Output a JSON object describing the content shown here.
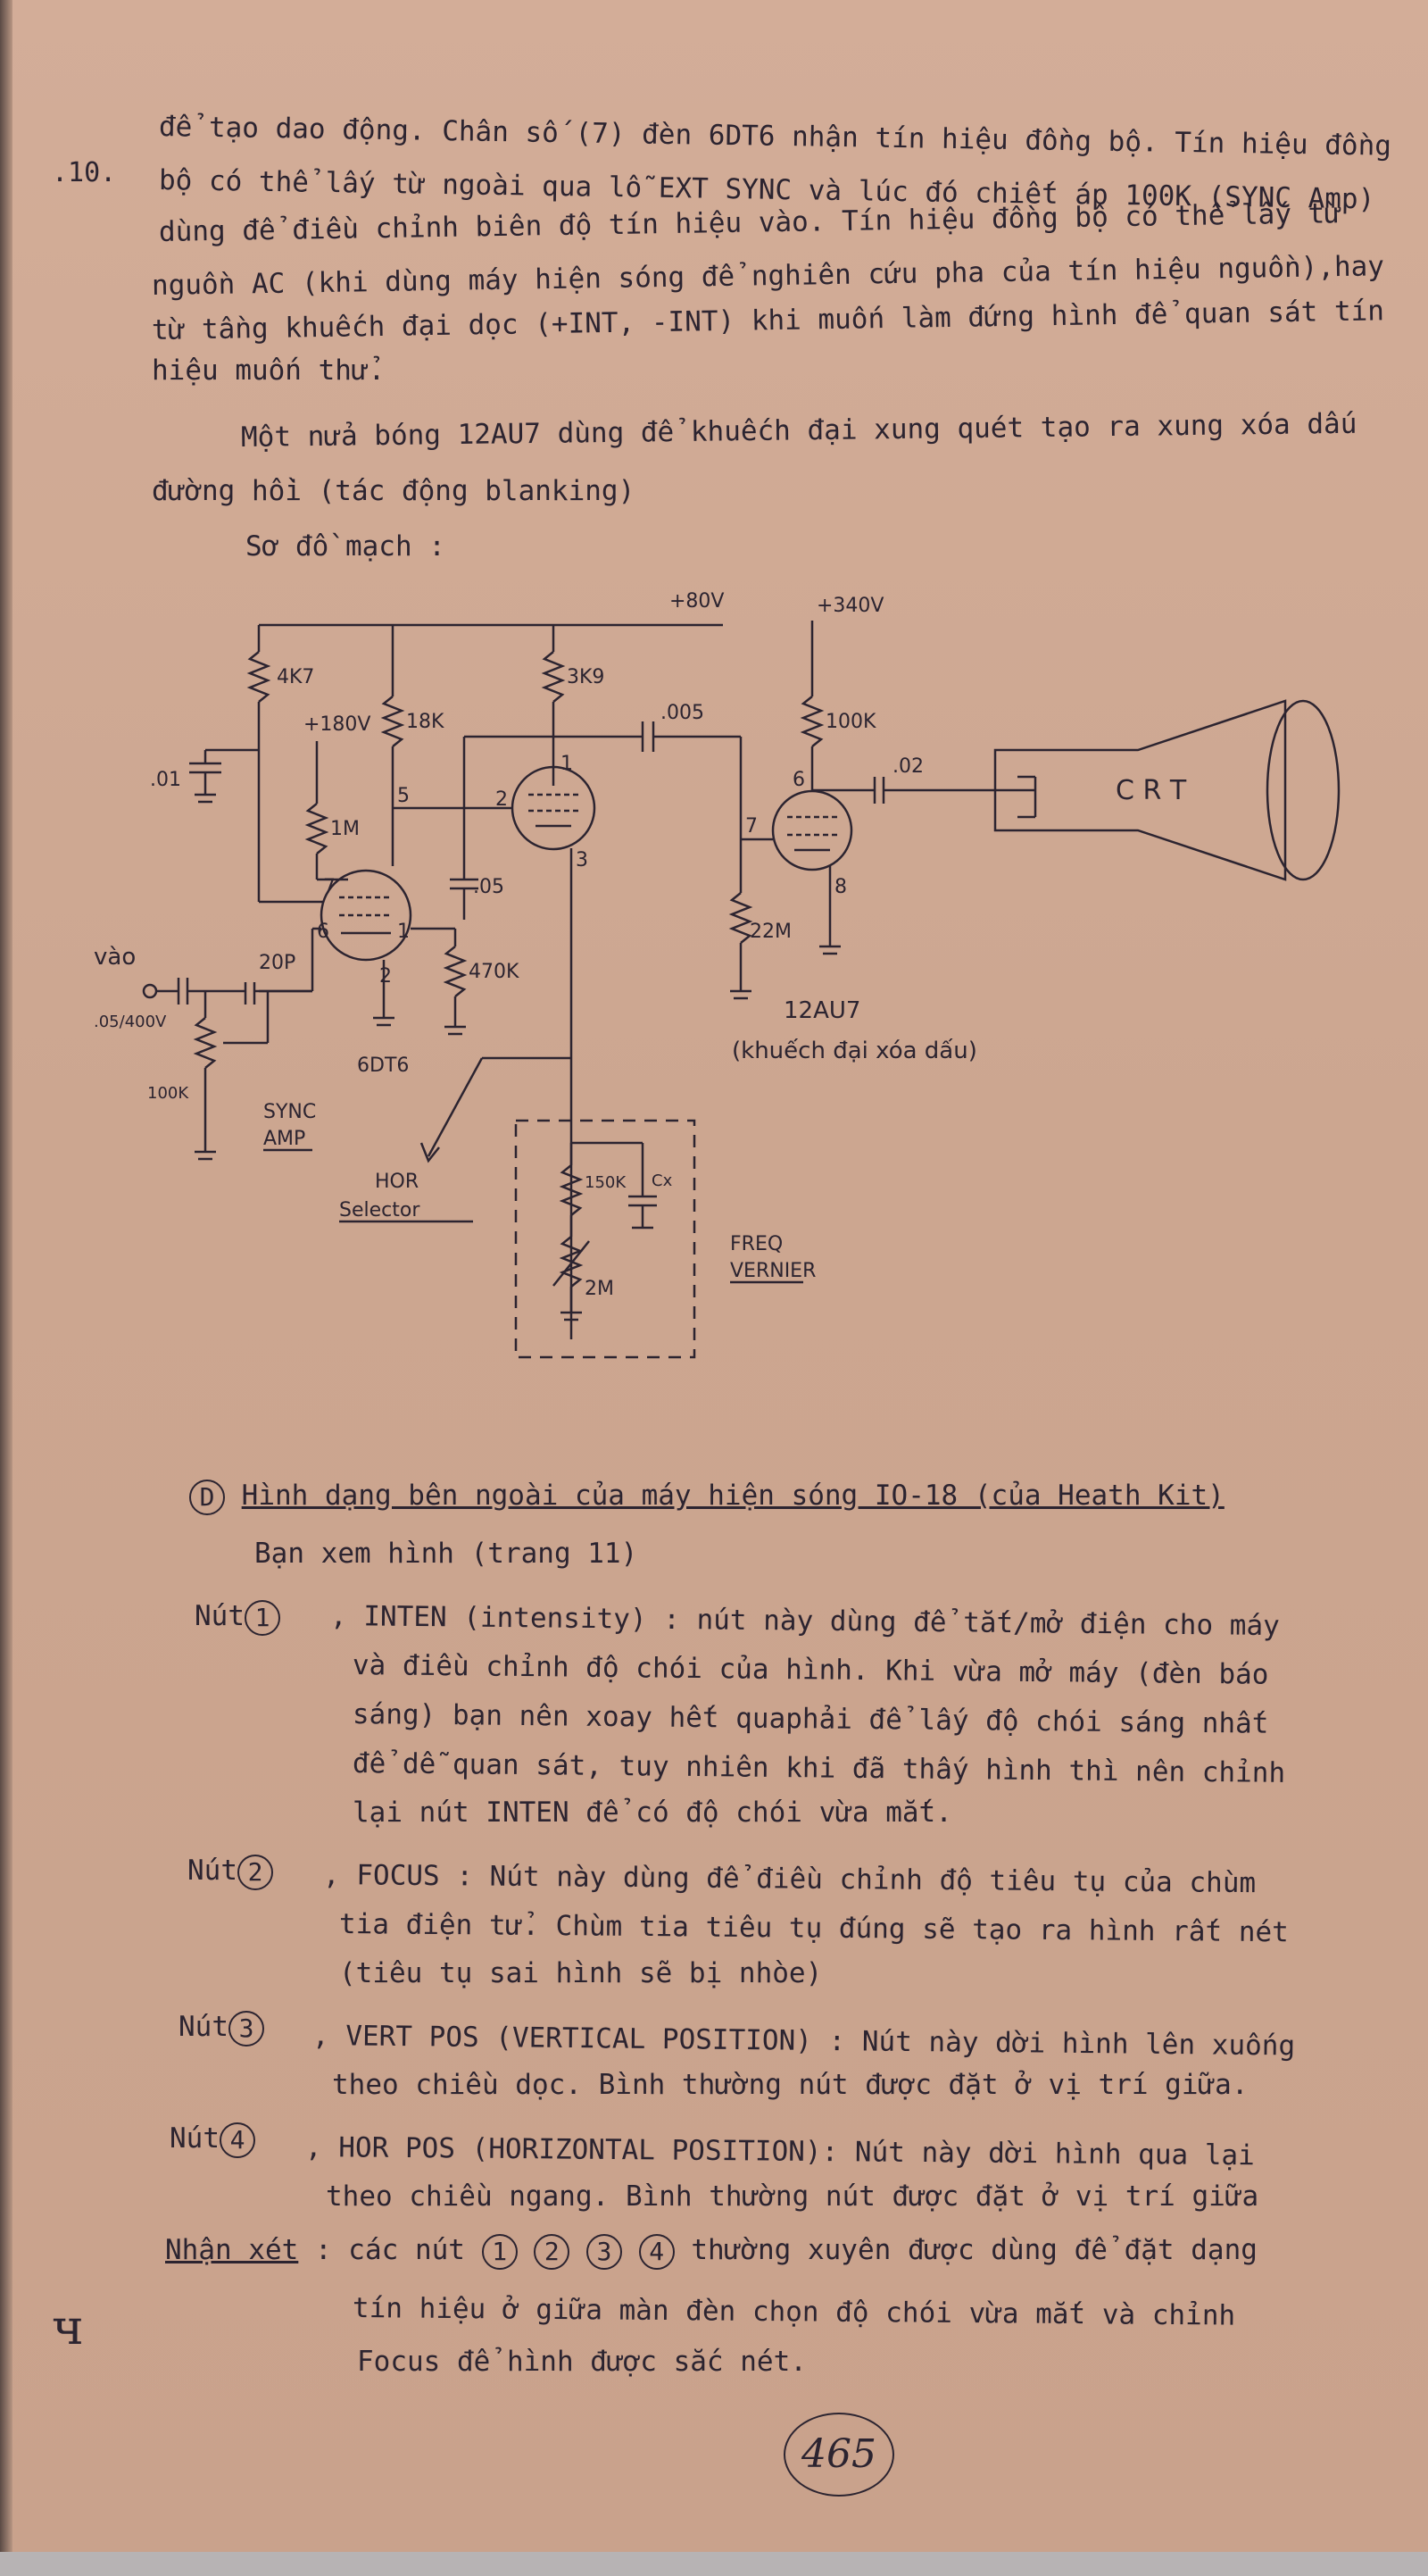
{
  "margin_ref": ".10.",
  "paragraph1": [
    "để tạo dao động. Chân số (7) đèn 6DT6 nhận tín hiệu đồng bộ. Tín hiệu đồng",
    "bộ có thể lấy từ ngoài qua lỗ EXT SYNC và lúc đó chiết áp 100K (SYNC Amp)",
    "dùng để điều chỉnh biên độ tín hiệu vào. Tín hiệu đồng bộ có thể lấy từ",
    "nguồn AC (khi dùng máy hiện sóng để nghiên cứu pha của tín hiệu nguồn),hay",
    "từ tầng khuếch đại dọc (+INT, -INT) khi muốn làm đứng hình để quan sát tín",
    "hiệu muốn thử."
  ],
  "paragraph2": [
    "Một nửa bóng 12AU7 dùng để khuếch đại xung quét tạo ra xung xóa dấu",
    "đường hồi (tác động blanking)"
  ],
  "schematic_heading": "Sơ đồ mạch :",
  "schematic": {
    "v80": "+80V",
    "v340": "+340V",
    "v180": "+180V",
    "r4k7": "4K7",
    "r18k": "18K",
    "r3k9": "3K9",
    "r100k_top": "100K",
    "c01": ".01",
    "c005": ".005",
    "c02": ".02",
    "c05": ".05",
    "r1m": "1M",
    "r470k": "470K",
    "r22m": "22M",
    "r150k": "150K",
    "r2m": "2M",
    "r100k_pot": "100K",
    "c20p": "20P",
    "c_in": ".05/400V",
    "cx": "Cx",
    "pin7a": "7",
    "pin6a": "6",
    "pin5": "5",
    "pin1a": "1",
    "pin2a": "2",
    "pin1b": "1",
    "pin2b": "2",
    "pin3": "3",
    "pin6b": "6",
    "pin7b": "7",
    "pin8": "8",
    "input_label": "vào",
    "tube1": "6DT6",
    "tube2": "12AU7",
    "tube2_caption": "(khuếch đại xóa dấu)",
    "crt": "C R T",
    "sync_amp": [
      "SYNC",
      "AMP"
    ],
    "hor_selector": [
      "HOR",
      "Selector"
    ],
    "freq_vernier": [
      "FREQ",
      "VERNIER"
    ]
  },
  "section_d": {
    "letter": "D",
    "title": "Hình dạng bên ngoài của máy hiện sóng IO-18 (của Heath Kit)",
    "subtitle": "Bạn xem hình (trang 11)"
  },
  "knobs": [
    {
      "label": "Nút",
      "num": "1",
      "lines": [
        ", INTEN (intensity) : nút này dùng để tắt/mở điện cho máy",
        "và điều chỉnh độ chói của hình. Khi vừa mở máy (đèn báo",
        "sáng) bạn nên xoay hết quaphải để lấy độ chói sáng nhất",
        "để dễ quan sát, tuy nhiên khi đã thấy hình thì nên chỉnh",
        "lại nút INTEN để có độ chói vừa mắt."
      ]
    },
    {
      "label": "Nút",
      "num": "2",
      "lines": [
        ", FOCUS : Nút này dùng để điều chỉnh độ tiêu tụ của chùm",
        "tia điện tử. Chùm tia tiêu tụ đúng sẽ tạo ra hình rất nét",
        "(tiêu tụ sai hình sẽ bị nhòe)"
      ]
    },
    {
      "label": "Nút",
      "num": "3",
      "lines": [
        ", VERT POS (VERTICAL POSITION) : Nút này dời hình lên xuống",
        "theo chiều dọc. Bình thường nút được đặt ở vị trí giữa."
      ]
    },
    {
      "label": "Nút",
      "num": "4",
      "lines": [
        ", HOR POS (HORIZONTAL POSITION): Nút này dời hình qua lại",
        "theo chiều ngang. Bình thường nút được đặt ở vị trí giữa"
      ]
    }
  ],
  "remark": {
    "label": "Nhận xét",
    "pre": ": các nút",
    "nums": [
      "1",
      "2",
      "3",
      "4"
    ],
    "post": "thường xuyên được dùng để đặt dạng",
    "lines": [
      "tín hiệu ở giữa màn đèn chọn độ chói vừa mắt và chỉnh",
      "Focus để hình được sắc nét."
    ]
  },
  "handwritten_mark": "ч",
  "page_number": "465"
}
